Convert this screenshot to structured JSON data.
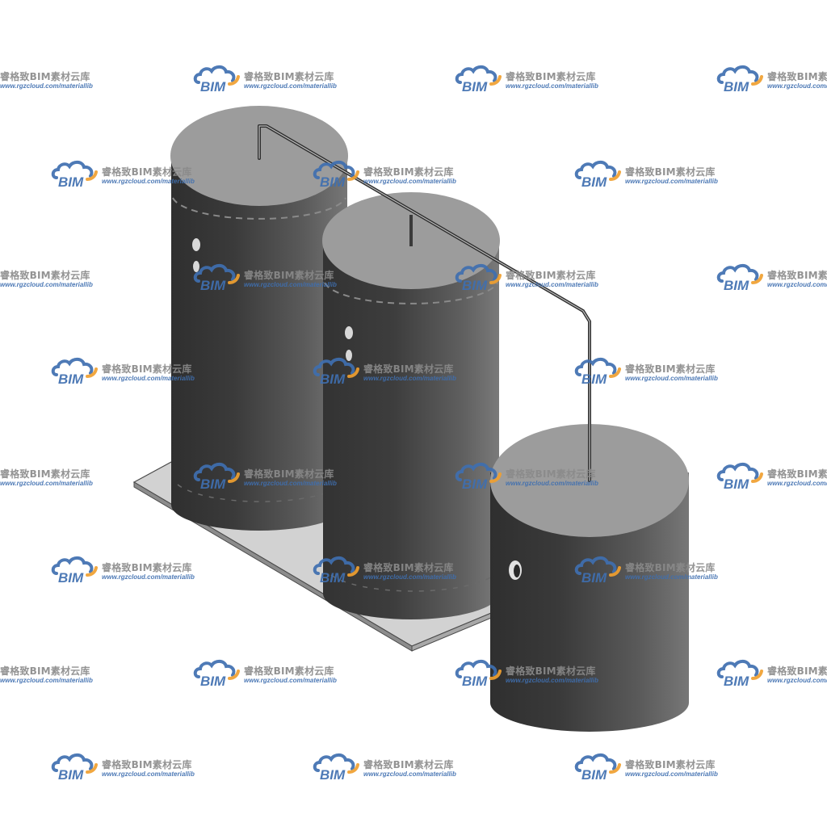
{
  "watermark": {
    "logo_text": "BIM",
    "title": "睿格致BIM素材云库",
    "url": "www.rgzcloud.com/materiallib",
    "logo_blue": "#3f6fb0",
    "logo_orange": "#f0a030",
    "text_gray": "#8a8a8a"
  },
  "model": {
    "icon": "three-tank-assembly",
    "colors": {
      "tank_dark": "#3a3a3a",
      "tank_light": "#6e6e6e",
      "tank_top": "#9a9a9a",
      "base_plate": "#cfcfcf",
      "pipe": "#505050"
    }
  }
}
